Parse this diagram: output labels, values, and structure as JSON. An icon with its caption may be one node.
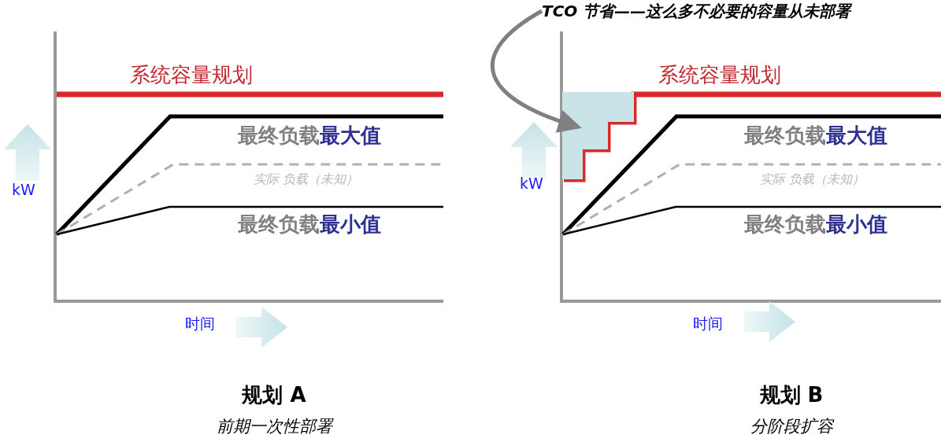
{
  "diagram": {
    "nodes": [
      {
        "text": [
          "TCO 节省——这么多不必要的容量从未部署"
        ]
      },
      {
        "text": [],
        "shape": "box"
      }
    ],
    "edges": [
      {
        "from": 0,
        "to": 1,
        "arrow": "to"
      }
    ],
    "labels": [
      "系统容量规划",
      "最终负载**最大值**",
      "实际 负载（未知）",
      "最终负载**最小值**",
      "kW",
      "时间",
      "规划 A",
      "前期一次性部署",
      "系统容量规划",
      "最终负载**最大值**",
      "实际 负载（未知）",
      "最终负载**最小值**",
      "kW",
      "时间",
      "规划 B",
      "分阶段扩容"
    ]
  }
}
